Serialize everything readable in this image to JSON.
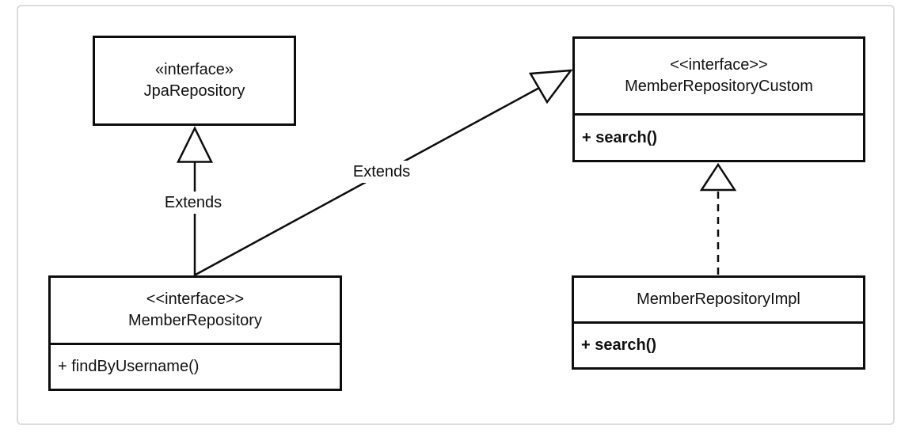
{
  "diagram": {
    "kind": "uml-class-diagram",
    "colors": {
      "line": "#0d0d0d",
      "frame_border": "#dcdcdc",
      "background": "#ffffff",
      "box_fill": "#ffffff"
    },
    "classes": [
      {
        "id": "jpa-repository",
        "stereotype": "«interface»",
        "name": "JpaRepository",
        "methods": []
      },
      {
        "id": "member-repository-custom",
        "stereotype": "<<interface>>",
        "name": "MemberRepositoryCustom",
        "methods": [
          {
            "text": "+ search()",
            "bold": true
          }
        ]
      },
      {
        "id": "member-repository",
        "stereotype": "<<interface>>",
        "name": "MemberRepository",
        "methods": [
          {
            "text": "+ findByUsername()",
            "bold": false
          }
        ]
      },
      {
        "id": "member-repository-impl",
        "stereotype": "",
        "name": "MemberRepositoryImpl",
        "methods": [
          {
            "text": "+ search()",
            "bold": true
          }
        ]
      }
    ],
    "relations": [
      {
        "from": "MemberRepository",
        "to": "JpaRepository",
        "type": "generalization",
        "line_style": "solid",
        "label": "Extends"
      },
      {
        "from": "MemberRepository",
        "to": "MemberRepositoryCustom",
        "type": "generalization",
        "line_style": "solid",
        "label": "Extends"
      },
      {
        "from": "MemberRepositoryImpl",
        "to": "MemberRepositoryCustom",
        "type": "realization",
        "line_style": "dashed",
        "label": ""
      }
    ]
  }
}
